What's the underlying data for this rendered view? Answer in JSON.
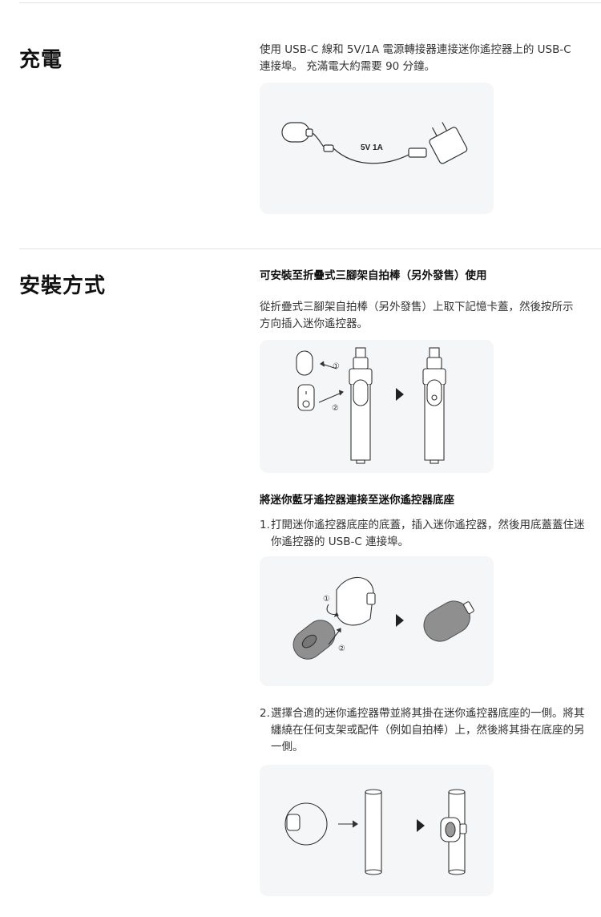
{
  "charging": {
    "title": "充電",
    "desc": "使用 USB-C 線和 5V/1A 電源轉接器連接迷你遙控器上的 USB-C 連接埠。 充滿電大約需要 90 分鐘。",
    "figure_label": "5V 1A"
  },
  "install": {
    "title": "安裝方式",
    "sub1": "可安裝至折疊式三腳架自拍棒（另外發售）使用",
    "sub1_desc": "從折疊式三腳架自拍棒（另外發售）上取下記憶卡蓋，然後按所示方向插入迷你遙控器。",
    "sub2": "將迷你藍牙遙控器連接至迷你遙控器底座",
    "steps": [
      {
        "num": "1.",
        "text": "打開迷你遙控器底座的底蓋，插入迷你遙控器，然後用底蓋蓋住迷你遙控器的 USB-C 連接埠。"
      },
      {
        "num": "2.",
        "text": "選擇合適的迷你遙控器帶並將其掛在迷你遙控器底座的一側。將其纏繞在任何支架或配件（例如自拍棒）上，然後將其掛在底座的另一側。"
      }
    ],
    "markers": {
      "one": "①",
      "two": "②"
    }
  }
}
